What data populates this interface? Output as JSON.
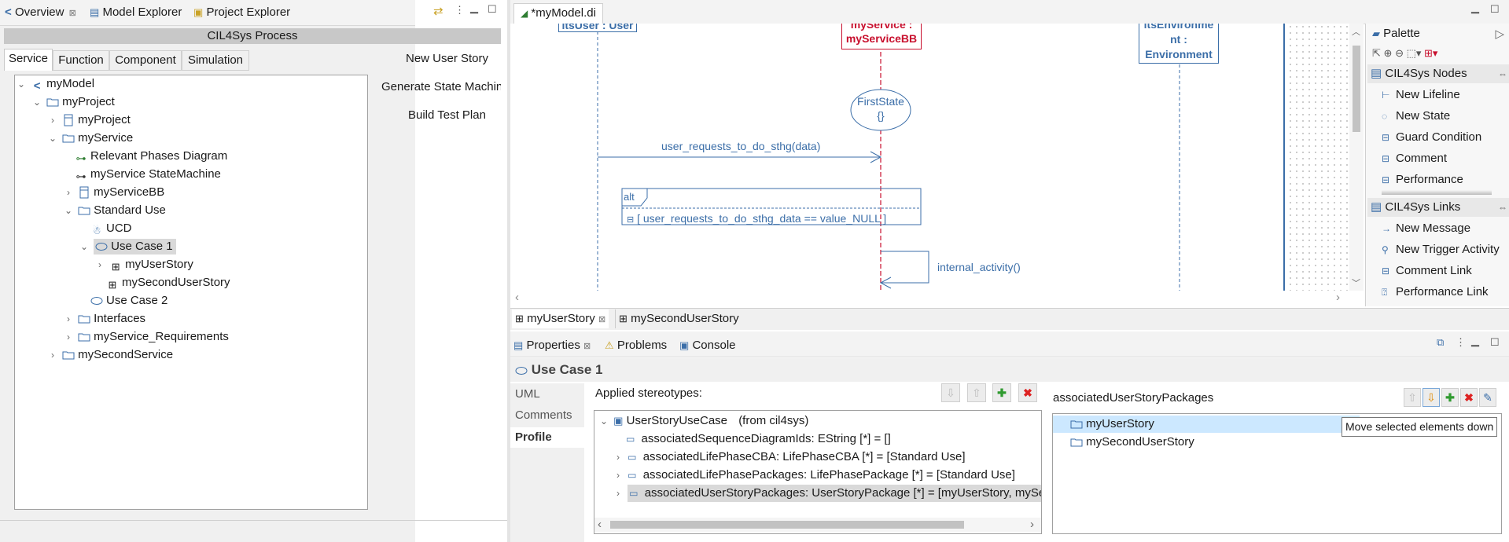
{
  "left": {
    "tabs": [
      {
        "label": "Overview"
      },
      {
        "label": "Model Explorer"
      },
      {
        "label": "Project Explorer"
      }
    ],
    "process_title": "CIL4Sys Process",
    "subtabs": [
      "Service",
      "Function",
      "Component",
      "Simulation"
    ],
    "actions": [
      "New User Story",
      "Generate State Machin",
      "Build Test Plan"
    ],
    "tree": [
      {
        "label": "myModel"
      },
      {
        "label": "myProject"
      },
      {
        "label": "myProject"
      },
      {
        "label": "myService"
      },
      {
        "label": "Relevant Phases Diagram"
      },
      {
        "label": "myService StateMachine"
      },
      {
        "label": "myServiceBB"
      },
      {
        "label": "Standard Use"
      },
      {
        "label": "UCD"
      },
      {
        "label": "Use Case 1"
      },
      {
        "label": "myUserStory"
      },
      {
        "label": "mySecondUserStory"
      },
      {
        "label": "Use Case 2"
      },
      {
        "label": "Interfaces"
      },
      {
        "label": "myService_Requirements"
      },
      {
        "label": "mySecondService"
      }
    ]
  },
  "editor": {
    "tab_label": "*myModel.di",
    "lifelines": {
      "user": "itsUser : User",
      "service_line1": "myService :",
      "service_line2": "myServiceBB",
      "env_line1": "itsEnvironme",
      "env_line2": "nt :",
      "env_line3": "Environment"
    },
    "state": {
      "name": "FirstState",
      "body": "{}"
    },
    "message": "user_requests_to_do_sthg(data)",
    "alt_label": "alt",
    "guard": "[ user_requests_to_do_sthg_data == value_NULL ]",
    "self_message": "internal_activity()",
    "diagram_tabs": [
      {
        "label": "myUserStory"
      },
      {
        "label": "mySecondUserStory"
      }
    ]
  },
  "palette": {
    "title": "Palette",
    "groups": [
      {
        "name": "CIL4Sys Nodes",
        "items": [
          "New Lifeline",
          "New State",
          "Guard Condition",
          "Comment",
          "Performance"
        ]
      },
      {
        "name": "CIL4Sys Links",
        "items": [
          "New Message",
          "New Trigger Activity",
          "Comment Link",
          "Performance Link"
        ]
      }
    ]
  },
  "properties": {
    "tabs": [
      "Properties",
      "Problems",
      "Console"
    ],
    "selection_title": "Use Case 1",
    "side_tabs": [
      "UML",
      "Comments",
      "Profile"
    ],
    "applied_label": "Applied stereotypes:",
    "stereotype": {
      "name": "UserStoryUseCase",
      "source": "(from cil4sys)"
    },
    "attributes": [
      "associatedSequenceDiagramIds: EString [*] = []",
      "associatedLifePhaseCBA: LifePhaseCBA [*] = [Standard Use]",
      "associatedLifePhasePackages: LifePhasePackage [*] = [Standard Use]",
      "associatedUserStoryPackages: UserStoryPackage [*] = [myUserStory, mySecon"
    ],
    "packages_label": "associatedUserStoryPackages",
    "packages": [
      "myUserStory",
      "mySecondUserStory"
    ],
    "tooltip": "Move selected elements down"
  },
  "colors": {
    "accent": "#3b6ea8",
    "service_red": "#c8102e",
    "selection": "#cce8ff",
    "panel_gray": "#f0f0f0"
  }
}
